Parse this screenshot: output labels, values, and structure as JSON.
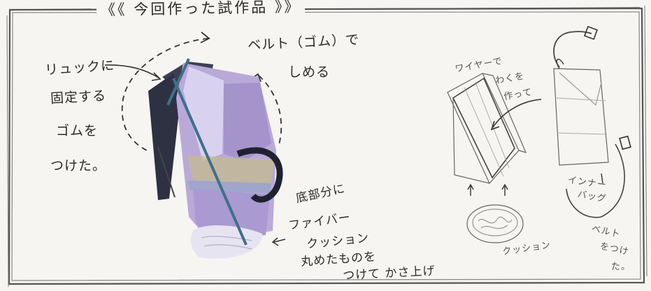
{
  "title": "《《 今回作った試作品 》》",
  "notes": {
    "left_1": "リュックに",
    "left_2": "固定する",
    "left_3": "ゴムを",
    "left_4": "つけた。",
    "belt_1": "ベルト（ゴム）で",
    "belt_2": "しめる",
    "bottom_1": "底部分に",
    "bottom_2": "ファイバー",
    "bottom_3": "クッション",
    "bottom_4": "丸めたものを",
    "bottom_5": "つけて かさ上げ"
  },
  "sketch_labels": {
    "wire_1": "ワイヤーで",
    "wire_2": "わくを",
    "wire_3": "作って",
    "cushion": "クッション",
    "inner_1": "インナー",
    "inner_2": "バッグ",
    "belt_1": "ベルト",
    "belt_2": "をつけ",
    "belt_3": "た。"
  }
}
